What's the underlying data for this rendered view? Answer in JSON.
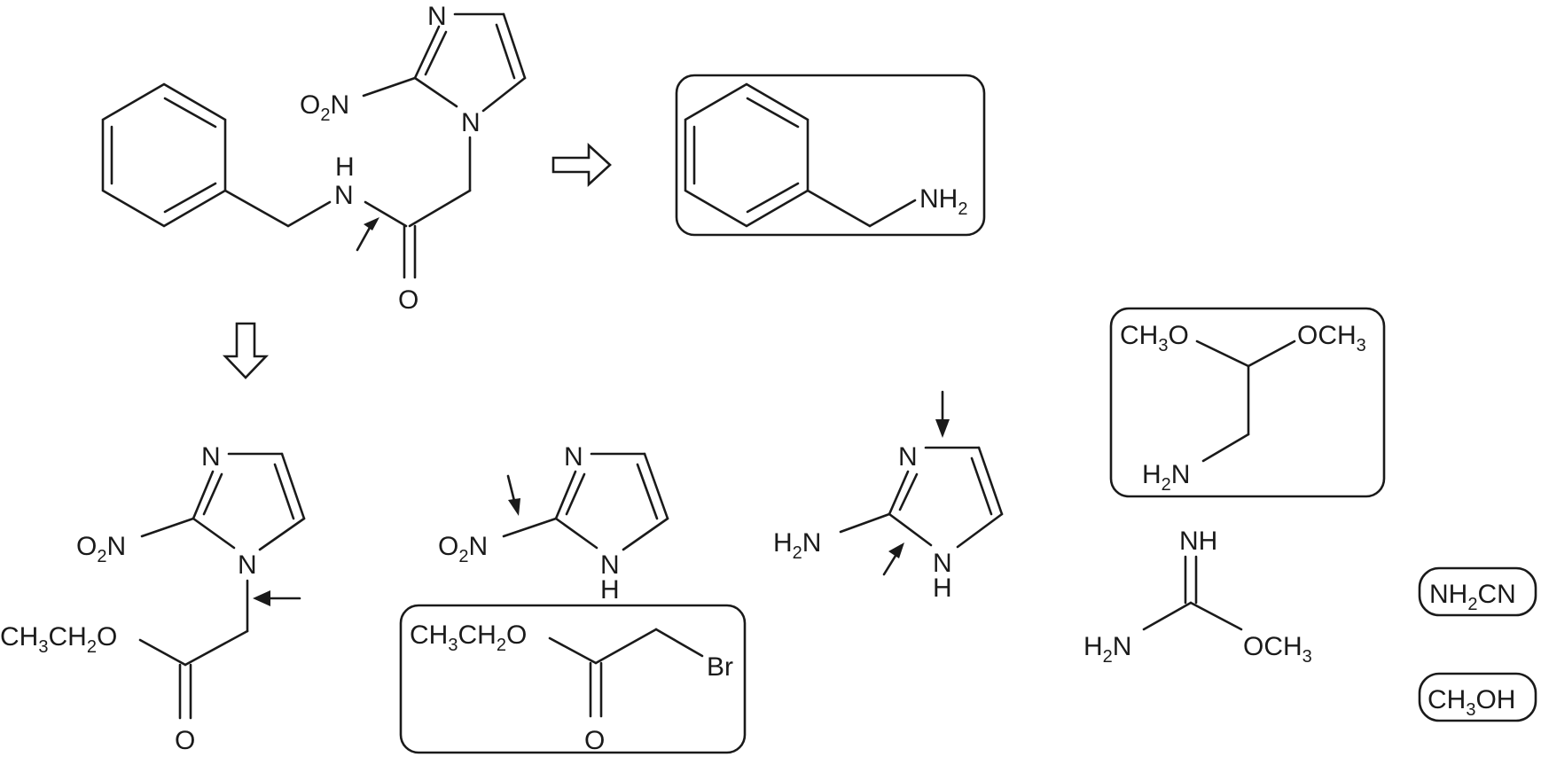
{
  "labels": {
    "o2n": "O",
    "o2n_sub": "2",
    "o2n_tail": "N",
    "n": "N",
    "h": "H",
    "o": "O",
    "nh": "NH",
    "nh2_sub": "2",
    "h2n_h": "H",
    "h2n_sub": "2",
    "h2n_n": "N",
    "ch3": "CH",
    "ch3_sub": "3",
    "ch2": "CH",
    "ch2_sub": "2",
    "och3": "OCH",
    "och3_sub": "3",
    "br": "Br",
    "nh2cn_a": "NH",
    "nh2cn_sub": "2",
    "nh2cn_b": "CN",
    "ch3oh_a": "CH",
    "ch3oh_sub": "3",
    "ch3oh_b": "OH"
  }
}
